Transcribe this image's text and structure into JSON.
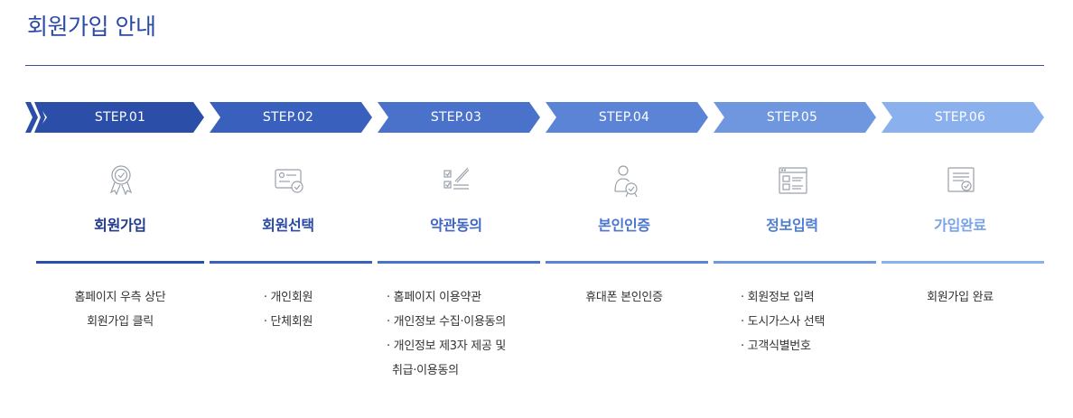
{
  "page": {
    "title": "회원가입 안내"
  },
  "colors": {
    "title": "#2b4aa5",
    "step1": "#2b4ea8",
    "step2": "#3a60bd",
    "step3": "#4a72cb",
    "step4": "#5b84d7",
    "step5": "#6e97e0",
    "step6": "#8ab0ee",
    "name_active": "#223a8a",
    "name_inactive": "#4a76cc",
    "name_last": "#7aa2e6"
  },
  "steps": [
    {
      "label": "STEP.01",
      "name": "회원가입",
      "icon": "award-ribbon-icon",
      "desc": [
        "홈페이지 우측 상단",
        "회원가입 클릭"
      ]
    },
    {
      "label": "STEP.02",
      "name": "회원선택",
      "icon": "id-card-check-icon",
      "desc": [
        "· 개인회원",
        "· 단체회원"
      ]
    },
    {
      "label": "STEP.03",
      "name": "약관동의",
      "icon": "checklist-pen-icon",
      "desc": [
        "· 홈페이지 이용약관",
        "· 개인정보 수집·이용동의",
        "· 개인정보 제3자 제공 및",
        "취급·이용동의"
      ]
    },
    {
      "label": "STEP.04",
      "name": "본인인증",
      "icon": "user-verify-icon",
      "desc": [
        "휴대폰 본인인증"
      ]
    },
    {
      "label": "STEP.05",
      "name": "정보입력",
      "icon": "form-window-icon",
      "desc": [
        "· 회원정보 입력",
        "· 도시가스사 선택",
        "· 고객식별번호"
      ]
    },
    {
      "label": "STEP.06",
      "name": "가입완료",
      "icon": "document-check-icon",
      "desc": [
        "회원가입 완료"
      ]
    }
  ]
}
